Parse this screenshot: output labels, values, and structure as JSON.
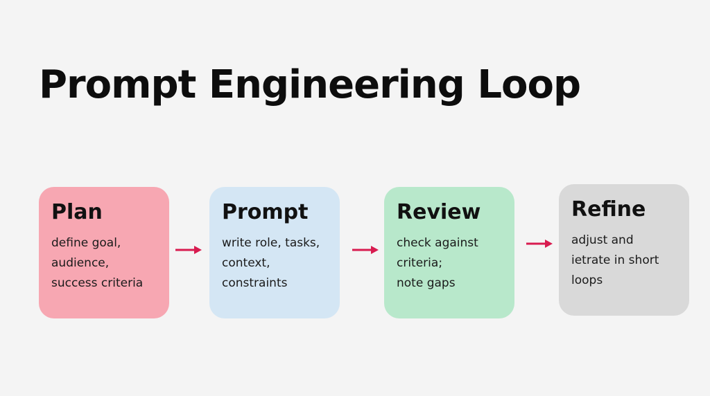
{
  "title": "Prompt Engineering Loop",
  "colors": {
    "background": "#f4f4f4",
    "arrow": "#d81b4f"
  },
  "steps": [
    {
      "title": "Plan",
      "lines": [
        "define goal,",
        "audience,",
        "success criteria"
      ],
      "color": "#f7a7b2"
    },
    {
      "title": "Prompt",
      "lines": [
        "write role, tasks,",
        "context,",
        "constraints"
      ],
      "color": "#d4e6f4"
    },
    {
      "title": "Review",
      "lines": [
        "check against",
        "criteria;",
        "note gaps"
      ],
      "color": "#b8e8cb"
    },
    {
      "title": "Refine",
      "lines": [
        "adjust and",
        "ietrate in short",
        "loops"
      ],
      "color": "#d9d9d9"
    }
  ]
}
